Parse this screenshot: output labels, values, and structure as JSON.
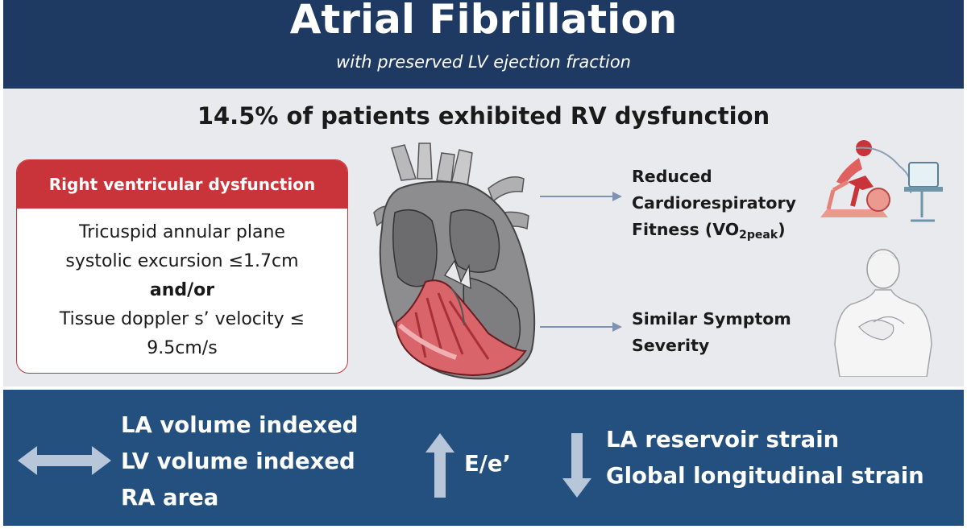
{
  "header": {
    "title": "Atrial Fibrillation",
    "subtitle": "with preserved LV ejection fraction"
  },
  "headline": "14.5% of patients exhibited RV dysfunction",
  "rv_box": {
    "heading": "Right ventricular dysfunction",
    "line1": "Tricuspid annular plane",
    "line2": "systolic excursion ≤1.7cm",
    "connector": "and/or",
    "line3": "Tissue doppler s’ velocity ≤",
    "line4": "9.5cm/s"
  },
  "outcomes": {
    "fitness_line1": "Reduced",
    "fitness_line2": "Cardiorespiratory",
    "fitness_line3_prefix": "Fitness (VO",
    "fitness_line3_sub": "2peak",
    "fitness_line3_suffix": ")",
    "symptom_line1": "Similar Symptom",
    "symptom_line2": "Severity"
  },
  "bottom": {
    "unchanged": [
      "LA volume indexed",
      "LV volume indexed",
      "RA area"
    ],
    "increased": "E/e’",
    "decreased": [
      "LA reservoir strain",
      "Global longitudinal strain"
    ]
  },
  "icons": [
    "heart-illustration-icon",
    "exercise-bike-icon",
    "person-chest-icon",
    "double-arrow-icon",
    "up-arrow-icon",
    "down-arrow-icon"
  ],
  "colors": {
    "header_bg": "#1e3a63",
    "middle_bg": "#e9eaee",
    "accent_red": "#c8343a",
    "bottom_bg": "#245080",
    "arrow": "#b7c6d9"
  }
}
